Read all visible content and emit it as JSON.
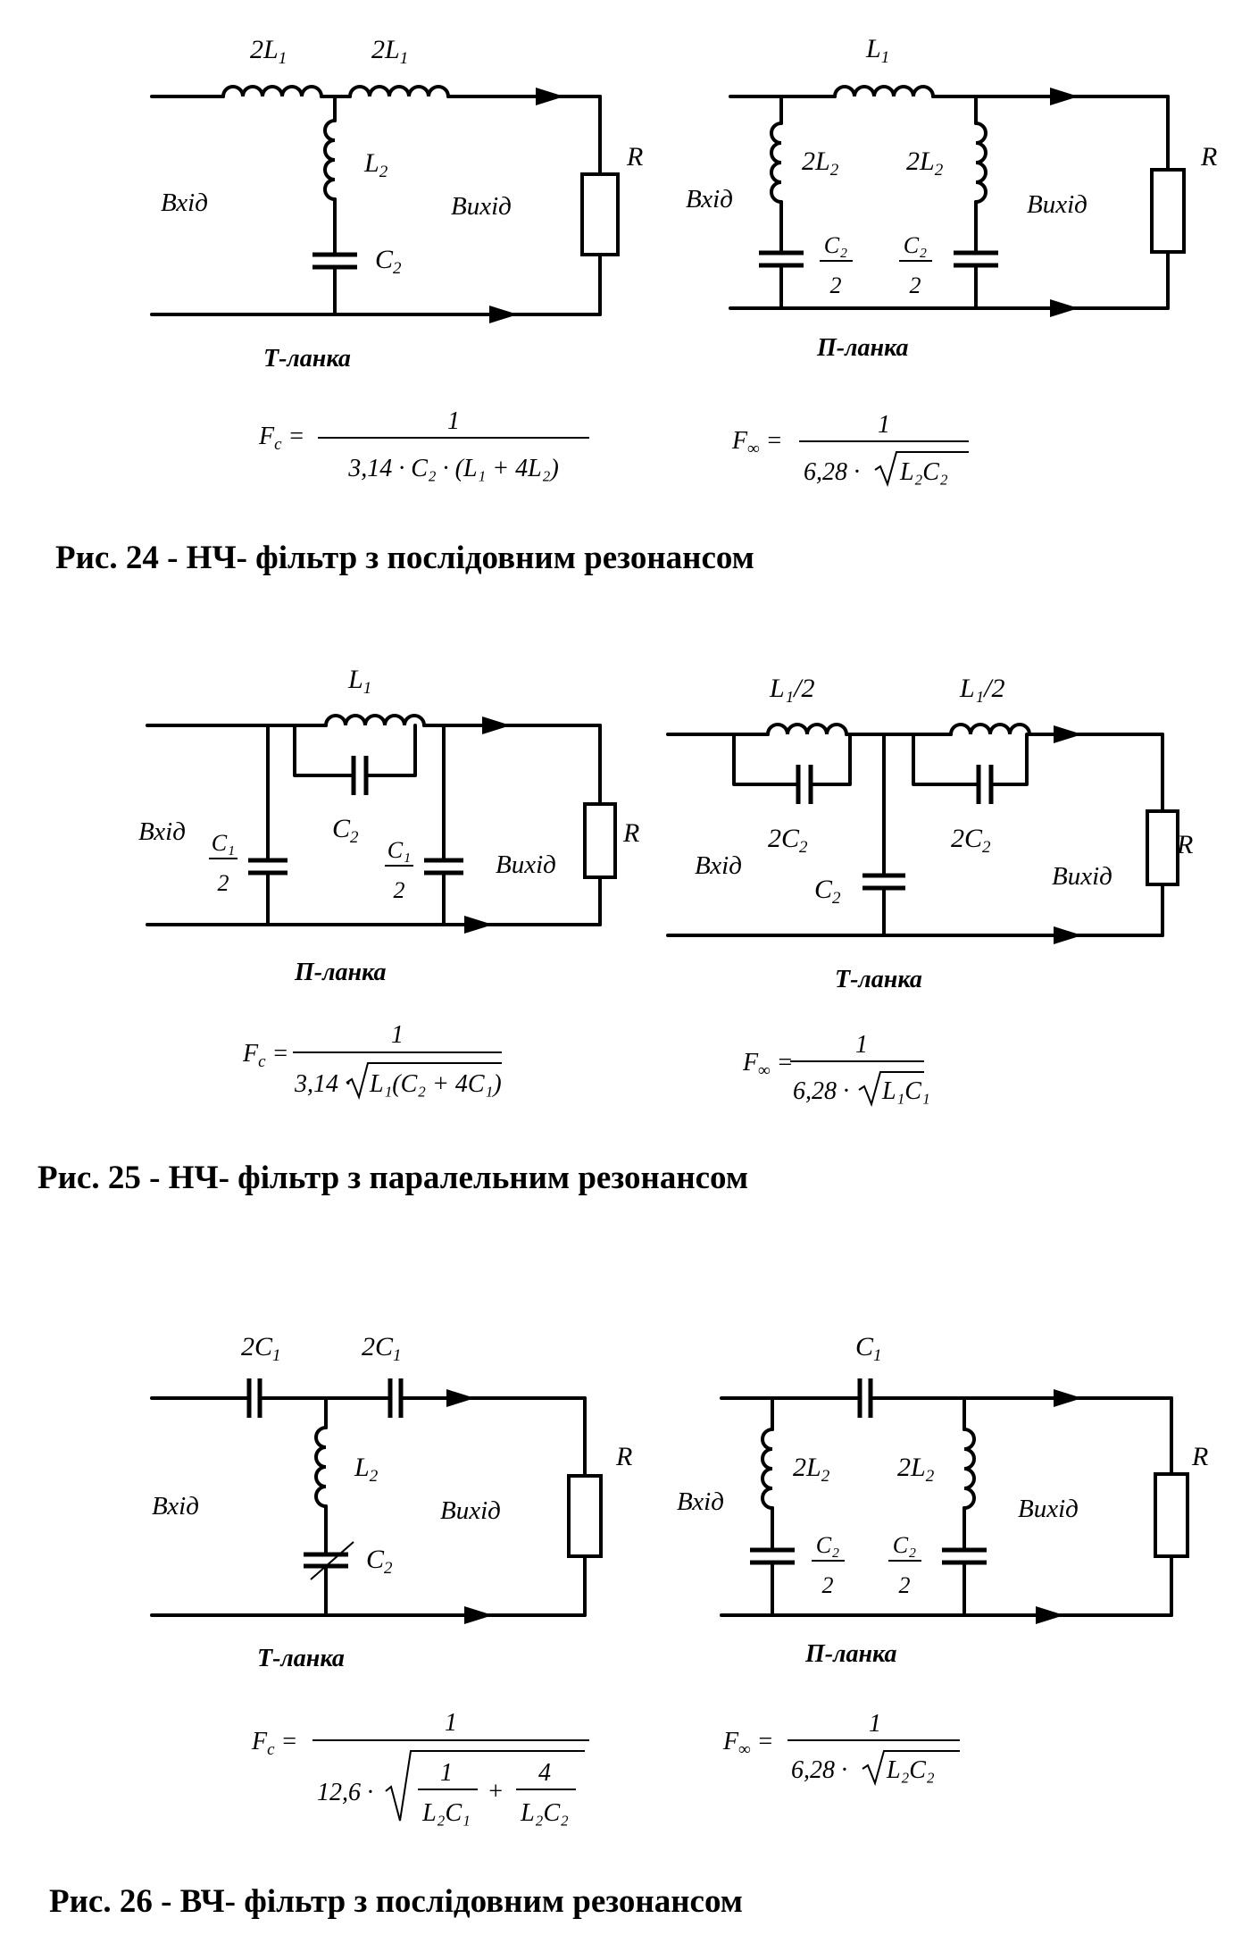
{
  "fig24": {
    "caption": "Рис. 24 - НЧ- фільтр з послідовним резонансом",
    "t_section": {
      "series_l_left": "2L",
      "series_l_left_sub": "1",
      "series_l_right": "2L",
      "series_l_right_sub": "1",
      "shunt_l": "L",
      "shunt_l_sub": "2",
      "shunt_c": "C",
      "shunt_c_sub": "2",
      "input": "Вхід",
      "output": "Вихід",
      "load": "R",
      "name": "Т-ланка",
      "formula_lhs": "F",
      "formula_lhs_sub": "c",
      "formula_num": "1",
      "formula_den": "3,14 · C₂ · (L₁ + 4L₂)"
    },
    "pi_section": {
      "series_l": "L",
      "series_l_sub": "1",
      "shunt_l_left": "2L",
      "shunt_l_left_sub": "2",
      "shunt_l_right": "2L",
      "shunt_l_right_sub": "2",
      "shunt_c_num": "C₂",
      "shunt_c_den": "2",
      "input": "Вхід",
      "output": "Вихід",
      "load": "R",
      "name": "П-ланка",
      "formula_lhs": "F",
      "formula_lhs_sub": "∞",
      "formula_num": "1",
      "formula_den": "6,28 · ",
      "formula_root": "L₂C₂"
    }
  },
  "fig25": {
    "caption": "Рис. 25 - НЧ- фільтр з паралельним резонансом",
    "pi_section": {
      "series_l": "L",
      "series_l_sub": "1",
      "series_c": "C",
      "series_c_sub": "2",
      "shunt_c_num": "C₁",
      "shunt_c_den": "2",
      "input": "Вхід",
      "output": "Вихід",
      "load": "R",
      "name": "П-ланка",
      "formula_lhs": "F",
      "formula_lhs_sub": "c",
      "formula_num": "1",
      "formula_den": "3,14 · ",
      "formula_root": "L₁(C₂ + 4C₁)"
    },
    "t_section": {
      "series_l_left": "L₁/2",
      "series_l_right": "L₁/2",
      "series_c_left": "2C",
      "series_c_left_sub": "2",
      "series_c_right": "2C",
      "series_c_right_sub": "2",
      "shunt_c": "C",
      "shunt_c_sub": "2",
      "input": "Вхід",
      "output": "Вихід",
      "load": "R",
      "name": "Т-ланка",
      "formula_lhs": "F",
      "formula_lhs_sub": "∞",
      "formula_num": "1",
      "formula_den": "6,28 · ",
      "formula_root": "L₁C₁"
    }
  },
  "fig26": {
    "caption": "Рис. 26 - ВЧ- фільтр з послідовним резонансом",
    "t_section": {
      "series_c_left": "2C",
      "series_c_left_sub": "1",
      "series_c_right": "2C",
      "series_c_right_sub": "1",
      "shunt_l": "L",
      "shunt_l_sub": "2",
      "shunt_c": "C",
      "shunt_c_sub": "2",
      "input": "Вхід",
      "output": "Вихід",
      "load": "R",
      "name": "Т-ланка",
      "formula_lhs": "F",
      "formula_lhs_sub": "c",
      "formula_num": "1",
      "formula_den": "12,6 · ",
      "formula_root_a_num": "1",
      "formula_root_a_den": "L₂C₁",
      "formula_root_op": "+",
      "formula_root_b_num": "4",
      "formula_root_b_den": "L₂C₂"
    },
    "pi_section": {
      "series_c": "C",
      "series_c_sub": "1",
      "shunt_l_left": "2L",
      "shunt_l_left_sub": "2",
      "shunt_l_right": "2L",
      "shunt_l_right_sub": "2",
      "shunt_c_num": "C₂",
      "shunt_c_den": "2",
      "input": "Вхід",
      "output": "Вихід",
      "load": "R",
      "name": "П-ланка",
      "formula_lhs": "F",
      "formula_lhs_sub": "∞",
      "formula_num": "1",
      "formula_den": "6,28 · ",
      "formula_root": "L₂C₂"
    }
  }
}
